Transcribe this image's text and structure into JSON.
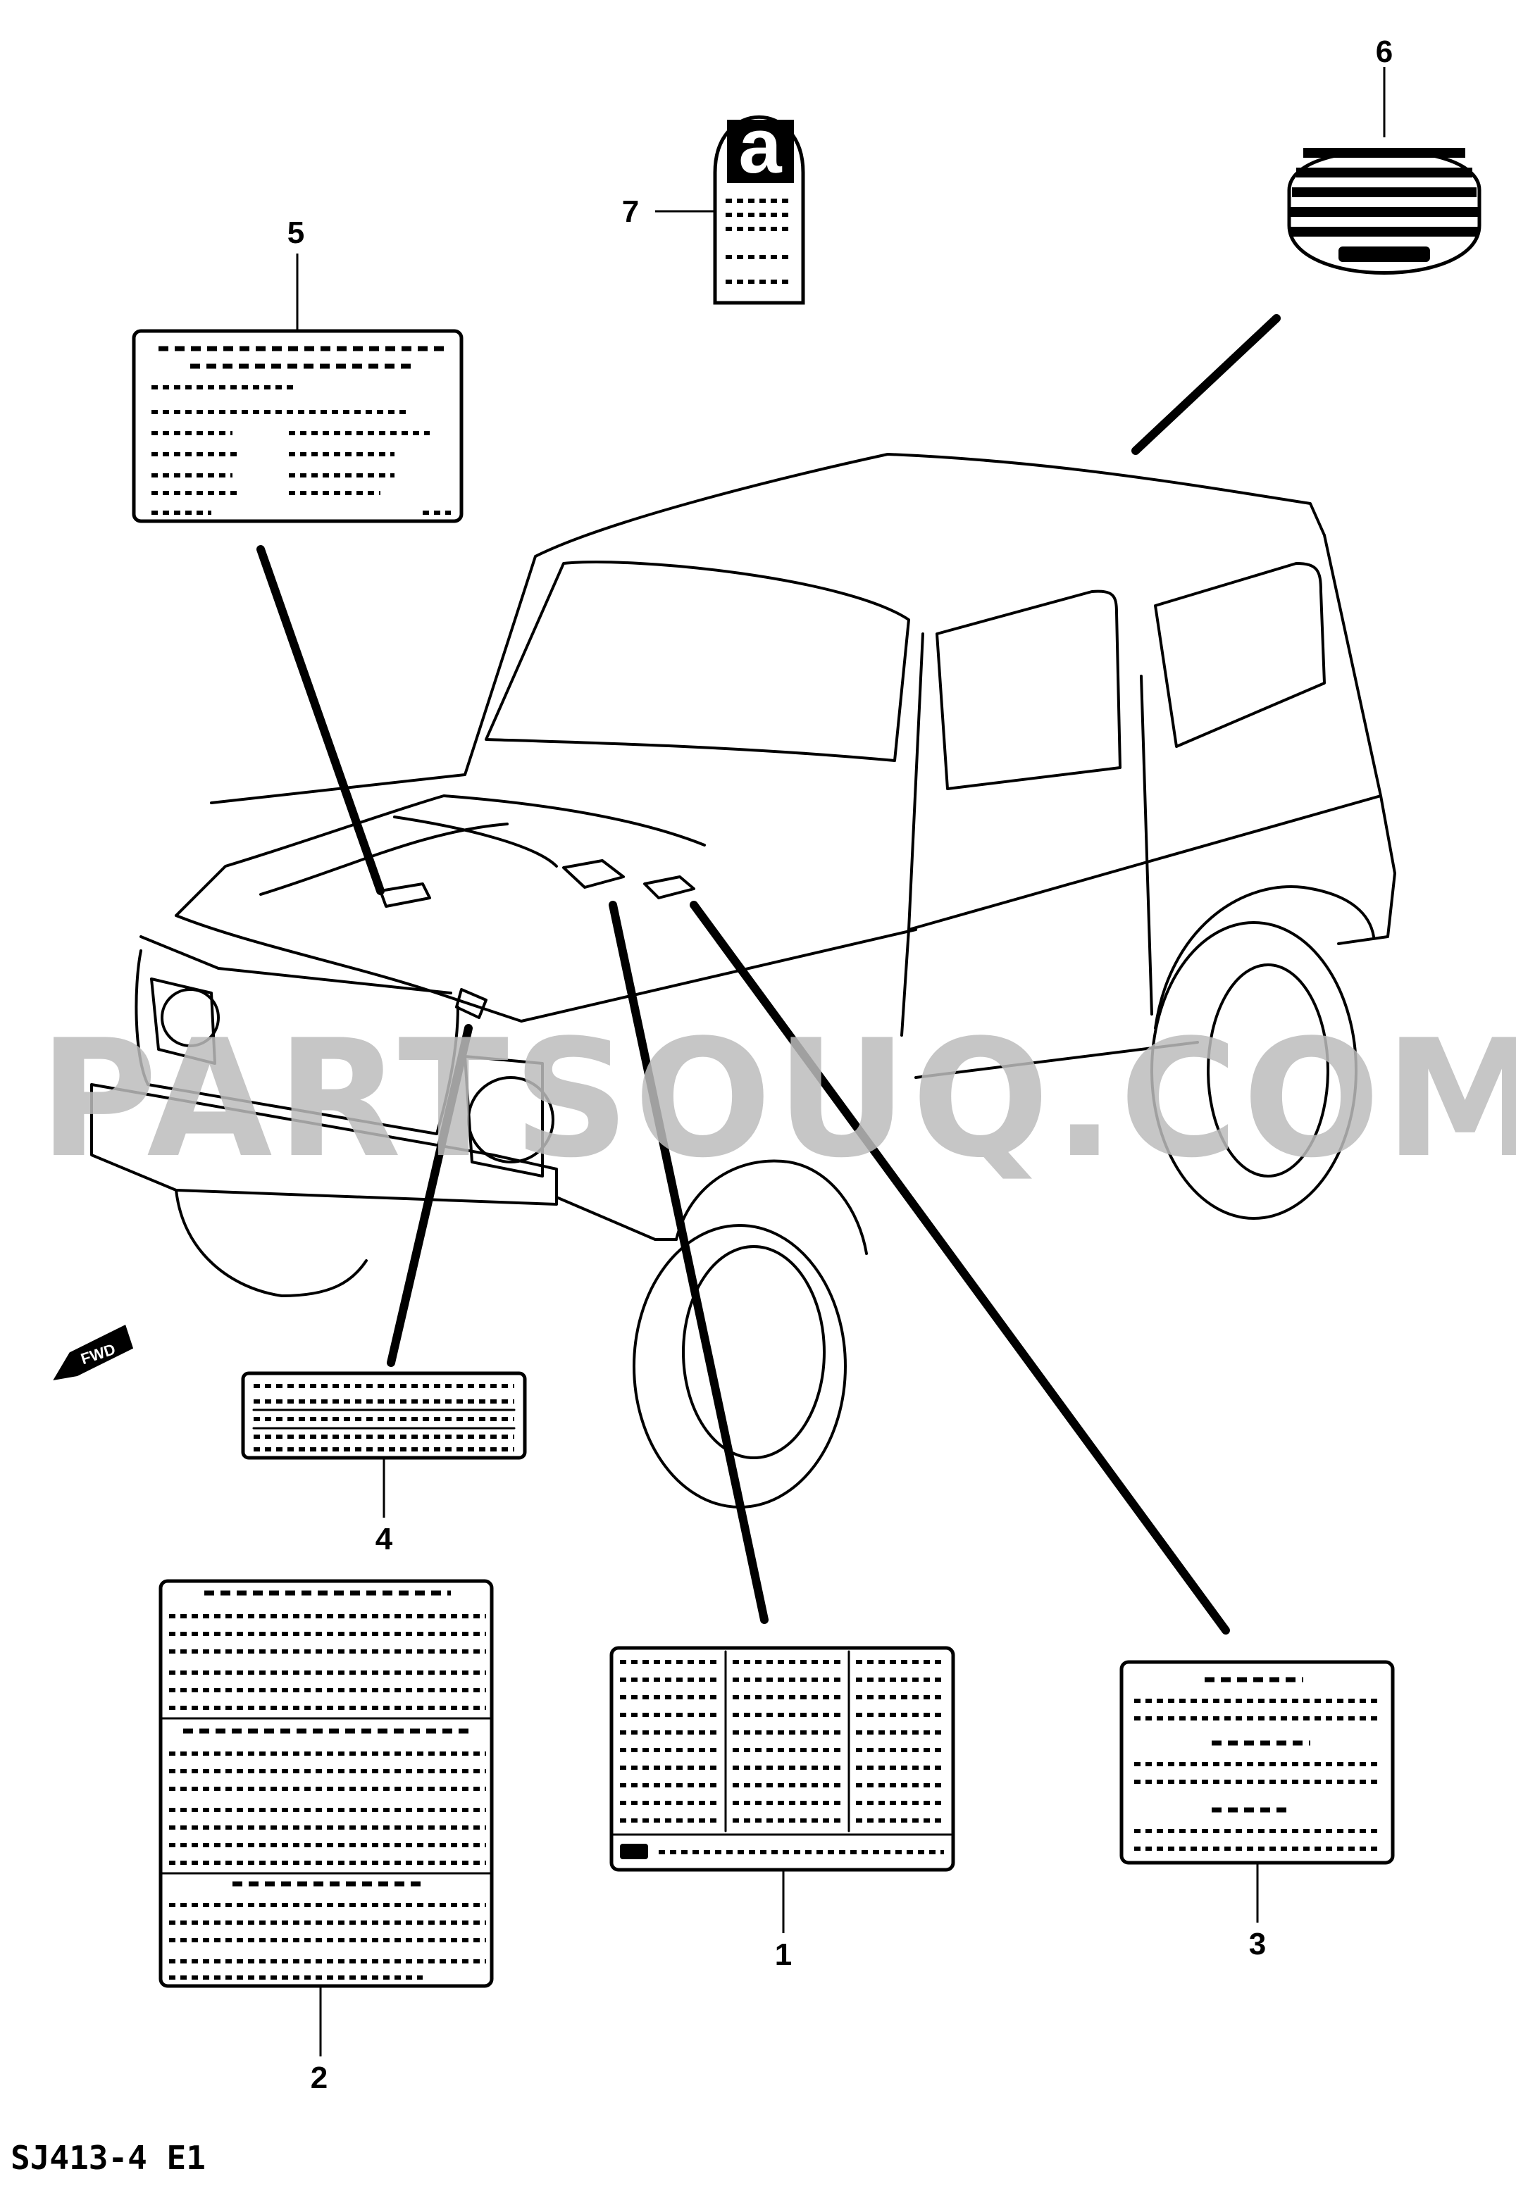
{
  "diagram": {
    "watermark": "PARTSOUQ.COM",
    "footer_code": "SJ413-4  E1",
    "forward_marker": "FWD",
    "callouts": [
      {
        "id": "1",
        "label": "1"
      },
      {
        "id": "2",
        "label": "2"
      },
      {
        "id": "3",
        "label": "3"
      },
      {
        "id": "4",
        "label": "4"
      },
      {
        "id": "5",
        "label": "5"
      },
      {
        "id": "6",
        "label": "6"
      },
      {
        "id": "7",
        "label": "7"
      }
    ],
    "label7_letter": "a"
  }
}
